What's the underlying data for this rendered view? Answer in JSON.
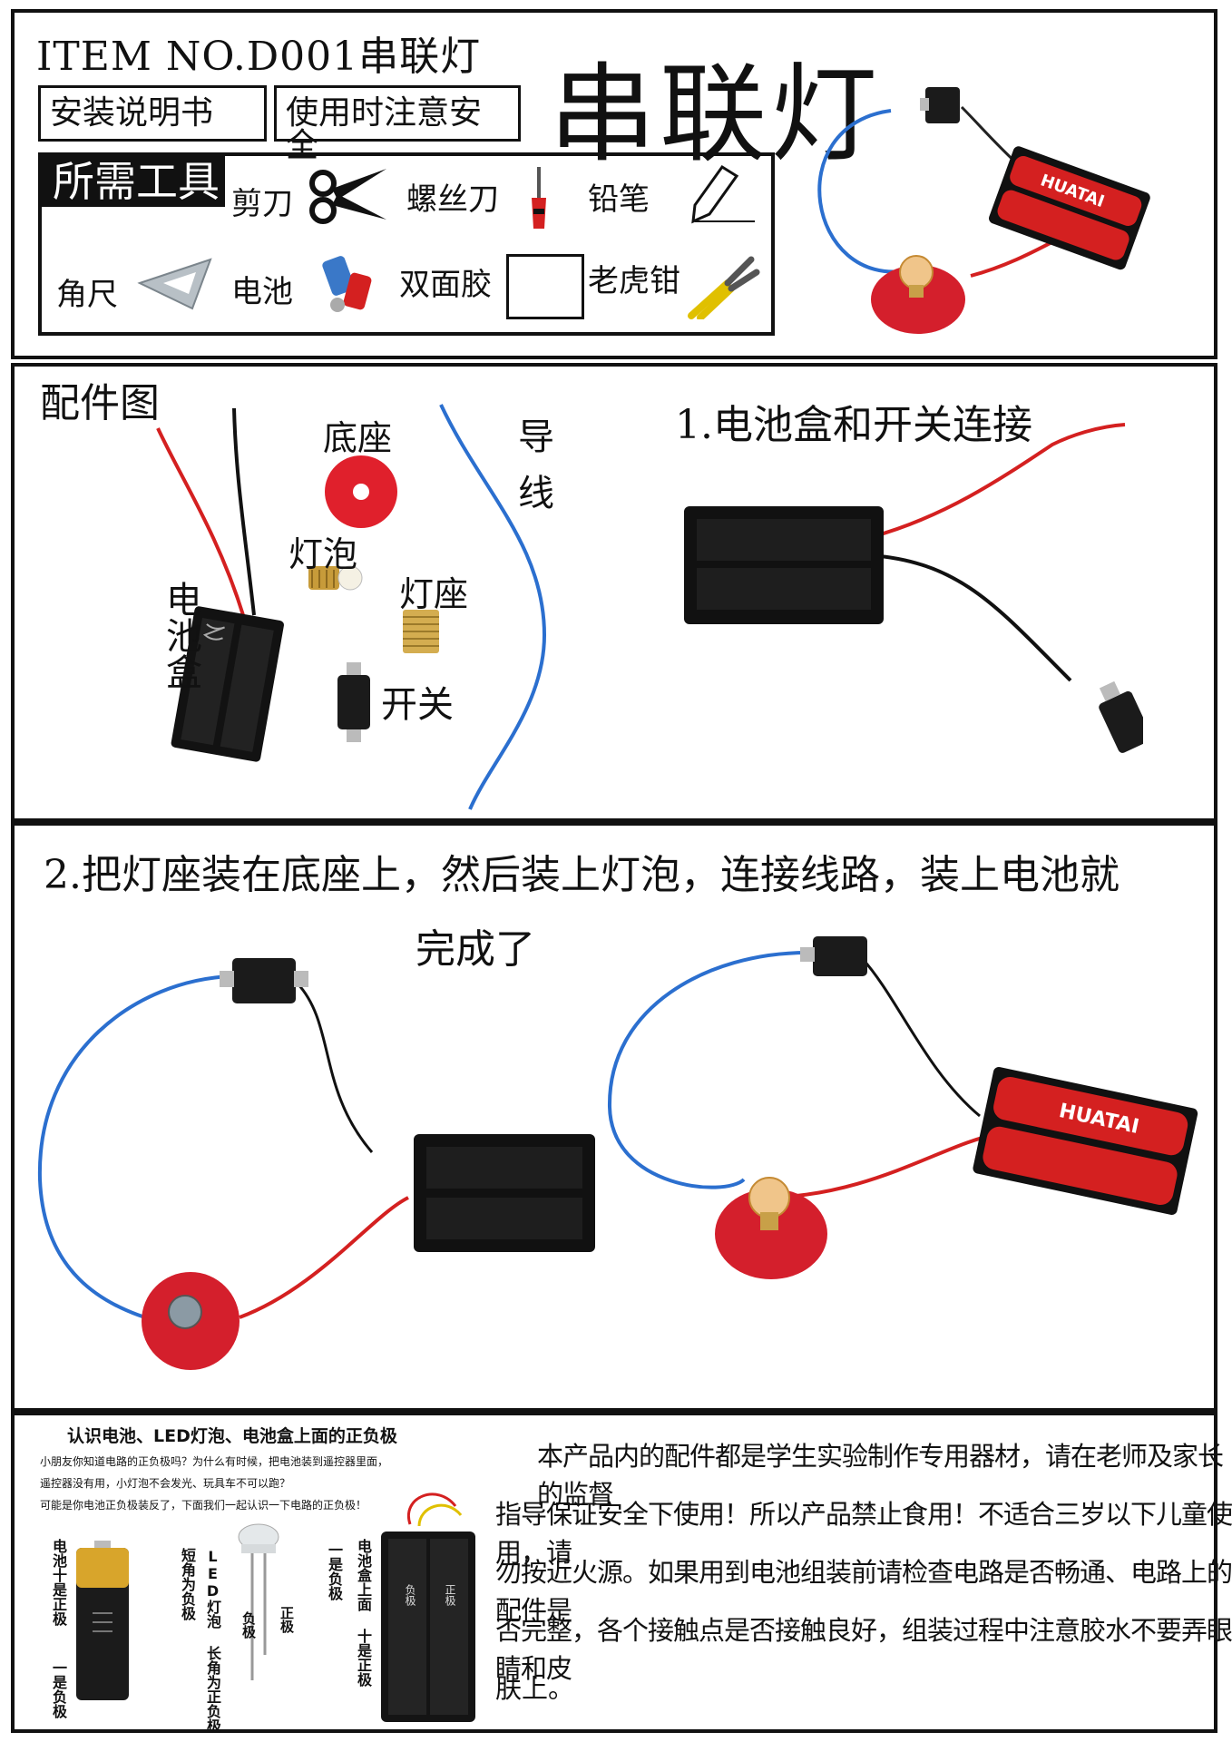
{
  "header": {
    "item_no": "ITEM NO.D001串联灯",
    "manual_label": "安装说明书",
    "safety_label": "使用时注意安全",
    "big_title": "串联灯"
  },
  "tools": {
    "section_title": "所需工具",
    "items": [
      "剪刀",
      "螺丝刀",
      "铅笔",
      "角尺",
      "电池",
      "双面胶",
      "老虎钳"
    ]
  },
  "parts": {
    "section_title": "配件图",
    "battery_box": "电池盒",
    "base": "底座",
    "bulb": "灯泡",
    "socket": "灯座",
    "switch": "开关",
    "wire": "导线"
  },
  "steps": {
    "step1": "1.电池盒和开关连接",
    "step2_line1": "2.把灯座装在底座上，然后装上灯泡，连接线路，装上电池就",
    "step2_line2": "完成了"
  },
  "info": {
    "title": "认识电池、LED灯泡、电池盒上面的正负极",
    "p1": "小朋友你知道电路的正负极吗？为什么有时候，把电池装到遥控器里面，",
    "p2": "遥控器没有用，小灯泡不会发光、玩具车不可以跑？",
    "p3": "可能是你电池正负极装反了，下面我们一起认识一下电路的正负极！",
    "battery_v1": "电池十是正极",
    "battery_v2": "一是负极",
    "led_v1": "LED灯泡 长角为正负极",
    "led_v2": "短角为负极",
    "led_pos": "正极",
    "led_neg": "负极",
    "box_v1": "电池盒上面 十是正极",
    "box_v2": "一是负极",
    "box_pos": "正极",
    "box_neg": "负极"
  },
  "notice": {
    "l1": "本产品内的配件都是学生实验制作专用器材，请在老师及家长的监督",
    "l2": "指导保证安全下使用！所以产品禁止食用！不适合三岁以下儿童使用，请",
    "l3": "勿按近火源。如果用到电池组装前请检查电路是否畅通、电路上的配件是",
    "l4": "否完整，各个接触点是否接触良好，组装过程中注意胶水不要弄眼睛和皮",
    "l5": "肤上。"
  },
  "battery_print": "HUATAI"
}
